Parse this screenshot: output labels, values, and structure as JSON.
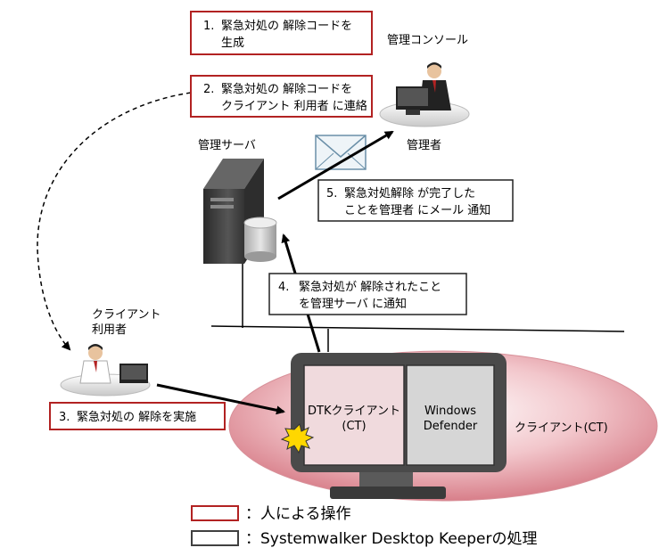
{
  "steps": {
    "s1": {
      "num": "1.",
      "line1": "緊急対処の 解除コードを",
      "line2": "生成"
    },
    "s2": {
      "num": "2.",
      "line1": "緊急対処の 解除コードを",
      "line2": "クライアント 利用者 に連絡"
    },
    "s3": {
      "num": "3.",
      "line1": "緊急対処の 解除を実施"
    },
    "s4": {
      "num": "4.",
      "line1": "緊急対処が 解除されたこと",
      "line2": "を管理サーバ に通知"
    },
    "s5": {
      "num": "5.",
      "line1": "緊急対処解除 が完了した",
      "line2": "ことを管理者 にメール 通知"
    }
  },
  "labels": {
    "console": "管理コンソール",
    "admin": "管理者",
    "server": "管理サーバ",
    "client_user_1": "クライアント",
    "client_user_2": "利用者",
    "client_ct": "クライアント(CT)",
    "dtk_1": "DTKクライアント",
    "dtk_2": "(CT)",
    "defender_1": "Windows",
    "defender_2": "Defender"
  },
  "legend": {
    "human": "：人による操作",
    "system": "：Systemwalker  Desktop Keeperの処理"
  },
  "colors": {
    "human_border": "#b22222",
    "system_border": "#404040",
    "ellipse": "#e8a0a8",
    "monitor": "#4a4a4a"
  }
}
